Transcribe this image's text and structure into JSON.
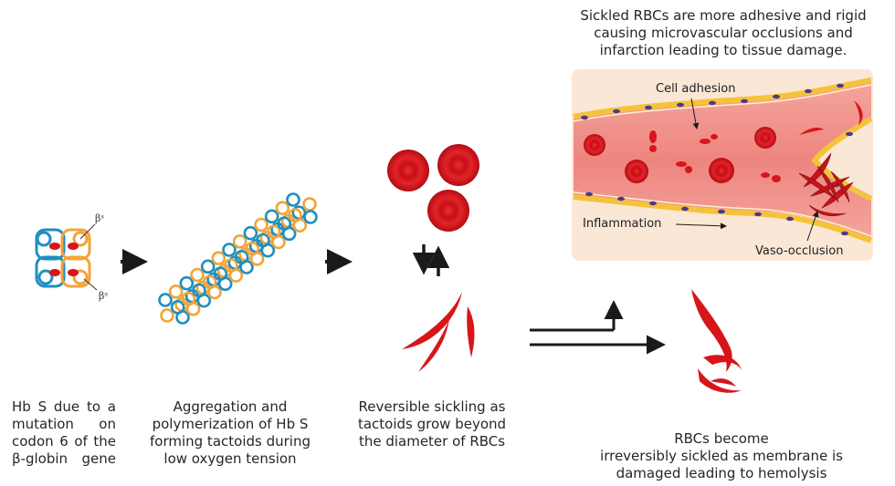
{
  "captions": {
    "step1": [
      "Hb S due to a",
      "mutation on",
      "codon 6 of the",
      "β-globin gene"
    ],
    "step2": [
      "Aggregation and",
      "polymerization of Hb S",
      "forming tactoids during",
      "low oxygen tension"
    ],
    "step3": [
      "Reversible sickling as",
      "tactoids grow beyond",
      "the diameter of RBCs"
    ],
    "step4": [
      "RBCs become",
      "irreversibly sickled as membrane is",
      "damaged leading to hemolysis"
    ],
    "top": [
      "Sickled RBCs are more adhesive and rigid",
      "causing microvascular occlusions and",
      "infarction leading to tissue damage."
    ]
  },
  "vessel_labels": {
    "cell_adhesion": "Cell adhesion",
    "inflammation": "Inflammation",
    "vaso_occlusion": "Vaso-occlusion"
  },
  "beta_label": "βˢ",
  "colors": {
    "rbc_red": "#d7161b",
    "tactoid_blue": "#1f8fbf",
    "tactoid_orange": "#f2a43a",
    "vessel_bg": "#fbe7d6",
    "vessel_tissue": "#ee8f8a",
    "arrow": "#1a1a1a"
  }
}
